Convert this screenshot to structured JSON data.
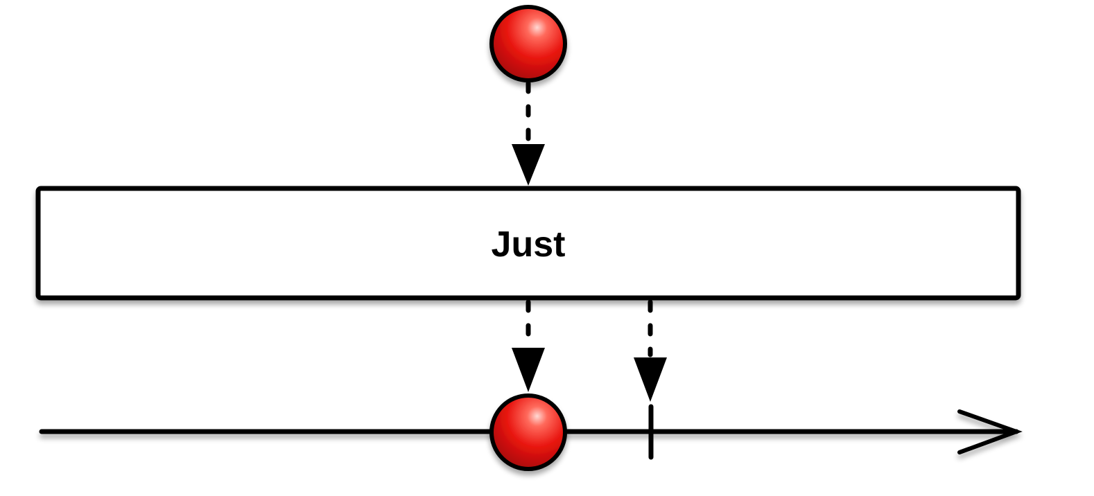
{
  "operator": {
    "label": "Just"
  },
  "colors": {
    "marble_fill": "#e8140f",
    "marble_highlight": "#ffd2cc",
    "stroke": "#000000",
    "box_fill": "#ffffff"
  },
  "source_item": {
    "marble_color": "red"
  },
  "output_timeline": {
    "items": [
      {
        "type": "marble",
        "color": "red"
      },
      {
        "type": "completion"
      }
    ],
    "direction": "right"
  }
}
